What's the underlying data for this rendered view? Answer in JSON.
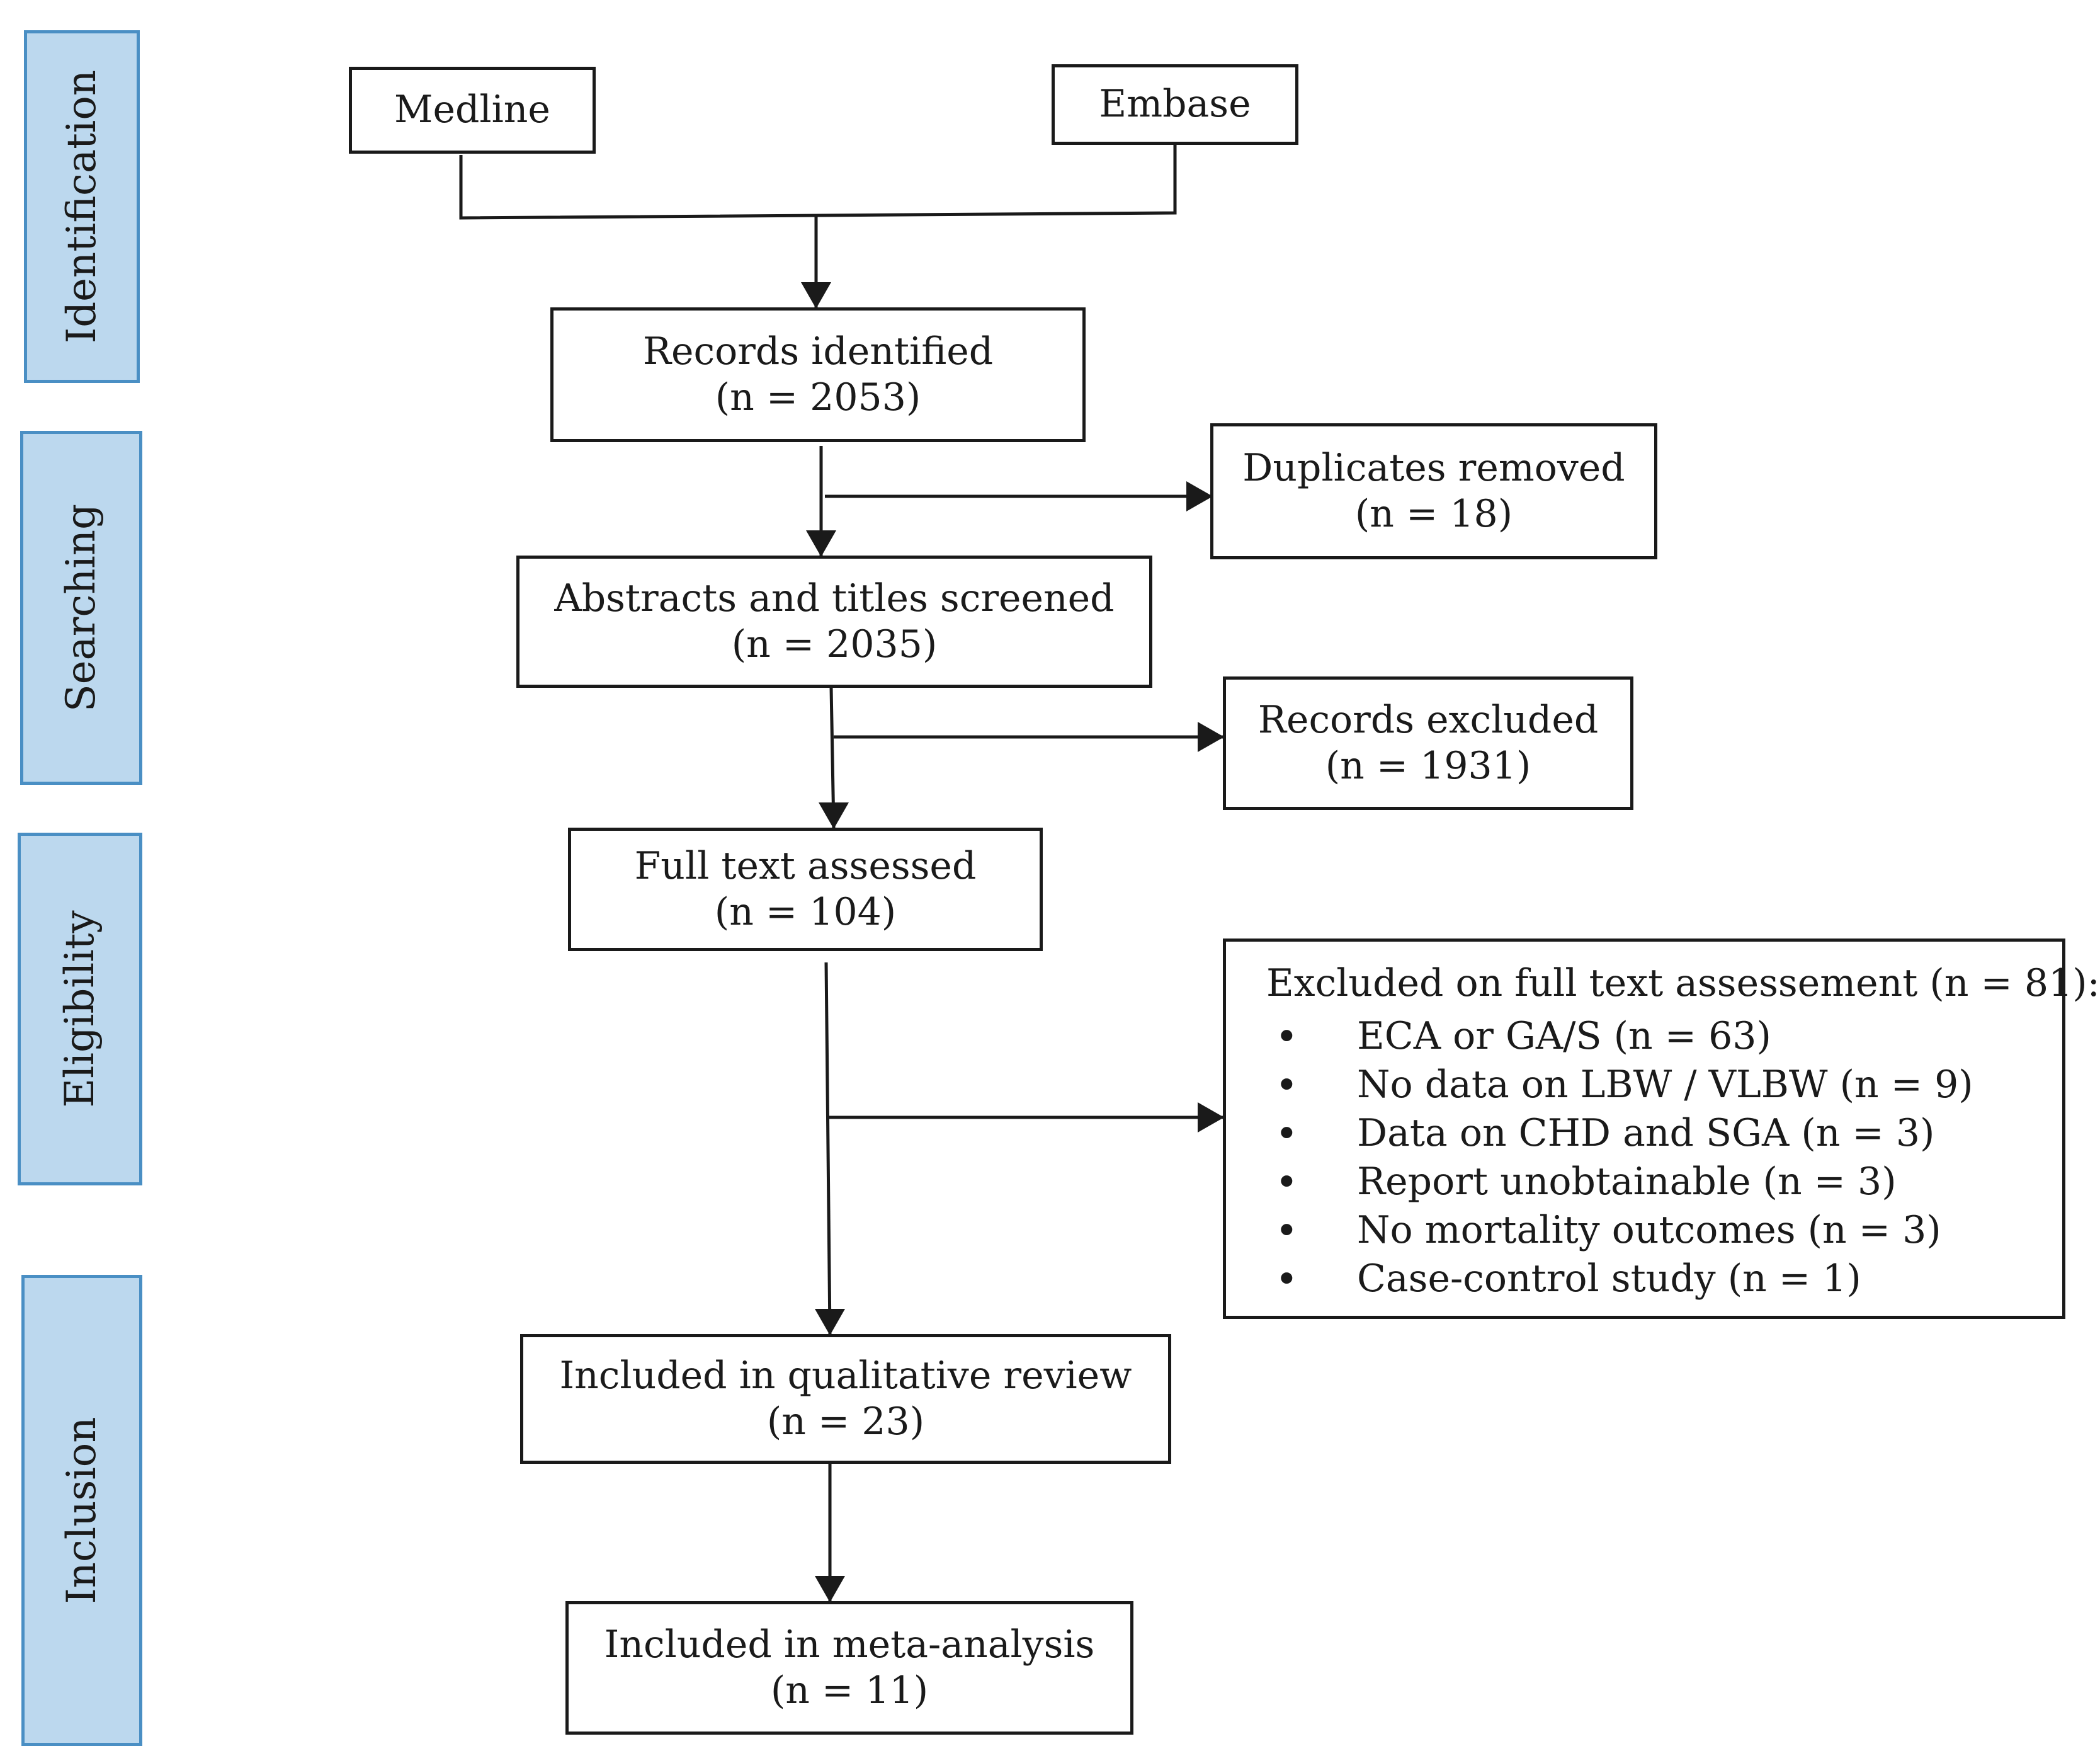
{
  "phases": {
    "identification": "Identification",
    "searching": "Searching",
    "eligibility": "Eligibility",
    "inclusion": "Inclusion"
  },
  "sources": {
    "medline": "Medline",
    "embase": "Embase"
  },
  "records_identified": {
    "label": "Records identified",
    "count": "(n = 2053)"
  },
  "duplicates_removed": {
    "label": "Duplicates removed",
    "count": "(n = 18)"
  },
  "abstracts_screened": {
    "label": "Abstracts and titles screened",
    "count": "(n = 2035)"
  },
  "records_excluded": {
    "label": "Records excluded",
    "count": "(n = 1931)"
  },
  "full_text_assessed": {
    "label": "Full text assessed",
    "count": "(n = 104)"
  },
  "full_text_exclusions": {
    "title": "Excluded on full text assessement (n = 81):",
    "reasons": [
      "ECA or GA/S (n = 63)",
      "No data on LBW / VLBW (n = 9)",
      "Data on CHD and SGA (n = 3)",
      "Report unobtainable (n = 3)",
      "No mortality outcomes (n = 3)",
      "Case-control study (n = 1)"
    ]
  },
  "qualitative_review": {
    "label": "Included in qualitative review",
    "count": "(n = 23)"
  },
  "meta_analysis": {
    "label": "Included in meta-analysis",
    "count": "(n = 11)"
  },
  "colors": {
    "phase_fill": "#bcd8ee",
    "phase_border": "#4a8fc4",
    "line": "#1a1a1a"
  }
}
